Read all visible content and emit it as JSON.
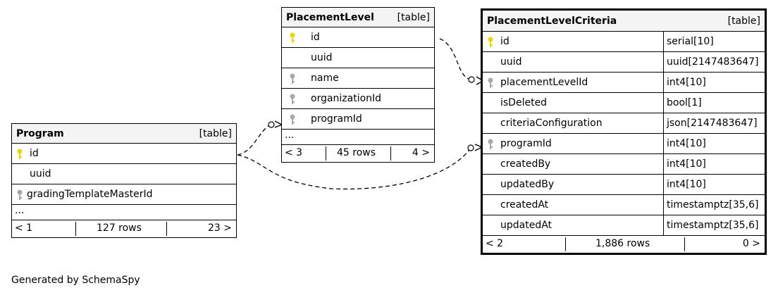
{
  "tables": {
    "program": {
      "name": "Program",
      "type_label": "[table]",
      "columns": [
        {
          "name": "id",
          "key": "primary"
        },
        {
          "name": "uuid",
          "key": "none"
        },
        {
          "name": "gradingTemplateMasterId",
          "key": "foreign"
        }
      ],
      "ellipsis": "...",
      "footer": {
        "left": "< 1",
        "center": "127 rows",
        "right": "23 >"
      }
    },
    "placement_level": {
      "name": "PlacementLevel",
      "type_label": "[table]",
      "columns": [
        {
          "name": "id",
          "key": "primary"
        },
        {
          "name": "uuid",
          "key": "none"
        },
        {
          "name": "name",
          "key": "foreign"
        },
        {
          "name": "organizationId",
          "key": "foreign"
        },
        {
          "name": "programId",
          "key": "foreign"
        }
      ],
      "ellipsis": "...",
      "footer": {
        "left": "< 3",
        "center": "45 rows",
        "right": "4 >"
      }
    },
    "placement_level_criteria": {
      "name": "PlacementLevelCriteria",
      "type_label": "[table]",
      "columns": [
        {
          "name": "id",
          "type": "serial[10]",
          "key": "primary"
        },
        {
          "name": "uuid",
          "type": "uuid[2147483647]",
          "key": "none"
        },
        {
          "name": "placementLevelId",
          "type": "int4[10]",
          "key": "foreign"
        },
        {
          "name": "isDeleted",
          "type": "bool[1]",
          "key": "none"
        },
        {
          "name": "criteriaConfiguration",
          "type": "json[2147483647]",
          "key": "none"
        },
        {
          "name": "programId",
          "type": "int4[10]",
          "key": "foreign"
        },
        {
          "name": "createdBy",
          "type": "int4[10]",
          "key": "none"
        },
        {
          "name": "updatedBy",
          "type": "int4[10]",
          "key": "none"
        },
        {
          "name": "createdAt",
          "type": "timestamptz[35,6]",
          "key": "none"
        },
        {
          "name": "updatedAt",
          "type": "timestamptz[35,6]",
          "key": "none"
        }
      ],
      "footer": {
        "left": "< 2",
        "center": "1,886 rows",
        "right": "0 >"
      }
    }
  },
  "colors": {
    "primary_key": "#e8d800",
    "foreign_key": "#a8a8a8",
    "header_bg": "#f4f4f4"
  },
  "footer_note": "Generated by SchemaSpy"
}
